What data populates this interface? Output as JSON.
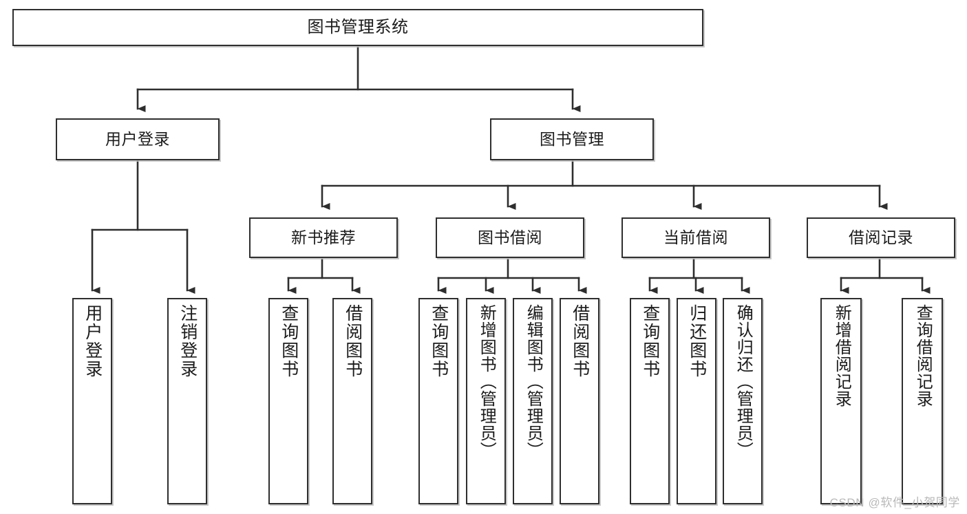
{
  "diagram": {
    "title": "图书管理系统",
    "type": "tree-hierarchy-chart",
    "line_color": "#2e2e2e",
    "box_fill": "#ffffff",
    "box_border": "#2e2e2e",
    "watermark": "CSDN @软件_小贺同学",
    "root": {
      "id": "root",
      "label": "图书管理系统"
    },
    "level2": [
      {
        "id": "user-login",
        "label": "用户登录"
      },
      {
        "id": "book-manage",
        "label": "图书管理"
      }
    ],
    "level3": [
      {
        "id": "new-book-rec",
        "label": "新书推荐"
      },
      {
        "id": "book-borrow",
        "label": "图书借阅"
      },
      {
        "id": "current-borrow",
        "label": "当前借阅"
      },
      {
        "id": "borrow-record",
        "label": "借阅记录"
      }
    ],
    "leaves": {
      "user_login": [
        {
          "id": "leaf-user-login",
          "label": "用户登录"
        },
        {
          "id": "leaf-logout-login",
          "label": "注销登录"
        }
      ],
      "new_book_rec": [
        {
          "id": "leaf-query-book-1",
          "label": "查询图书"
        },
        {
          "id": "leaf-borrow-book-1",
          "label": "借阅图书"
        }
      ],
      "book_borrow": [
        {
          "id": "leaf-query-book-2",
          "label": "查询图书"
        },
        {
          "id": "leaf-add-book",
          "label": "新增图书（管理员）"
        },
        {
          "id": "leaf-edit-book",
          "label": "编辑图书（管理员）"
        },
        {
          "id": "leaf-borrow-book-2",
          "label": "借阅图书"
        }
      ],
      "current_borrow": [
        {
          "id": "leaf-query-book-3",
          "label": "查询图书"
        },
        {
          "id": "leaf-return-book",
          "label": "归还图书"
        },
        {
          "id": "leaf-confirm-return",
          "label": "确认归还（管理员）"
        }
      ],
      "borrow_record": [
        {
          "id": "leaf-add-record",
          "label": "新增借阅记录"
        },
        {
          "id": "leaf-query-record",
          "label": "查询借阅记录"
        }
      ]
    }
  }
}
